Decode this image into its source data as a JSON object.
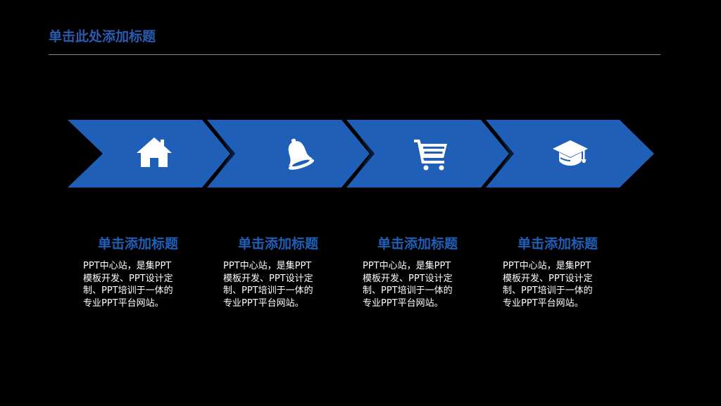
{
  "slide": {
    "title": "单击此处添加标题"
  },
  "colors": {
    "background": "#000000",
    "chevron_fill": "#1f5fb8",
    "accent_text": "#1f5fb8",
    "body_text": "#ffffff",
    "rule": "#8a8a8a"
  },
  "steps": [
    {
      "icon": "home-icon",
      "heading": "单击添加标题",
      "lines": [
        "PPT中心站，是集PPT",
        "模板开发、PPT设计定",
        "制、PPT培训于一体的",
        "专业PPT平台网站。"
      ]
    },
    {
      "icon": "bell-icon",
      "heading": "单击添加标题",
      "lines": [
        "PPT中心站，是集PPT",
        "模板开发、PPT设计定",
        "制、PPT培训于一体的",
        "专业PPT平台网站。"
      ]
    },
    {
      "icon": "shopping-cart-icon",
      "heading": "单击添加标题",
      "lines": [
        "PPT中心站，是集PPT",
        "模板开发、PPT设计定",
        "制、PPT培训于一体的",
        "专业PPT平台网站。"
      ]
    },
    {
      "icon": "graduation-cap-icon",
      "heading": "单击添加标题",
      "lines": [
        "PPT中心站，是集PPT",
        "模板开发、PPT设计定",
        "制、PPT培训于一体的",
        "专业PPT平台网站。"
      ]
    }
  ]
}
